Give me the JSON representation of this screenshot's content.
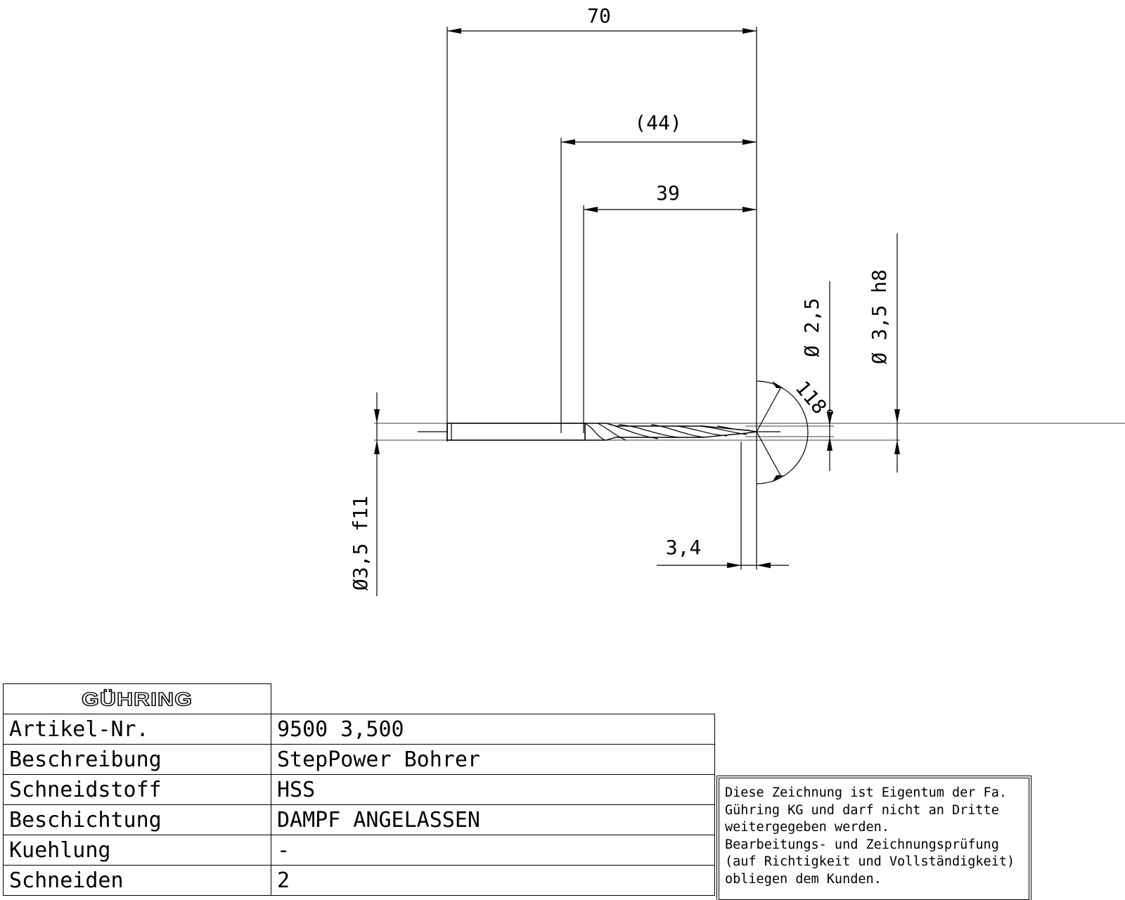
{
  "drawing": {
    "dims": {
      "total_length": "70",
      "flute_length_ref": "(44)",
      "flute_length": "39",
      "tip_length": "3,4",
      "point_angle": "118°",
      "shank_diameter": "Ø3,5 f11",
      "step_diameter": "Ø 2,5",
      "body_diameter": "Ø 3,5 h8"
    }
  },
  "titleblock": {
    "logo": "GÜHRING",
    "rows": [
      {
        "label": "Artikel-Nr.",
        "value": "9500 3,500"
      },
      {
        "label": "Beschreibung",
        "value": "StepPower Bohrer"
      },
      {
        "label": "Schneidstoff",
        "value": "HSS"
      },
      {
        "label": "Beschichtung",
        "value": "DAMPF ANGELASSEN"
      },
      {
        "label": "Kuehlung",
        "value": "-"
      },
      {
        "label": "Schneiden",
        "value": "2"
      }
    ]
  },
  "notice": {
    "lines": [
      "Diese Zeichnung ist Eigentum der Fa.",
      "Gühring KG und darf nicht an Dritte",
      "weitergegeben werden.",
      "Bearbeitungs- und Zeichnungsprüfung",
      "(auf Richtigkeit und Vollständigkeit)",
      "obliegen dem Kunden."
    ]
  }
}
